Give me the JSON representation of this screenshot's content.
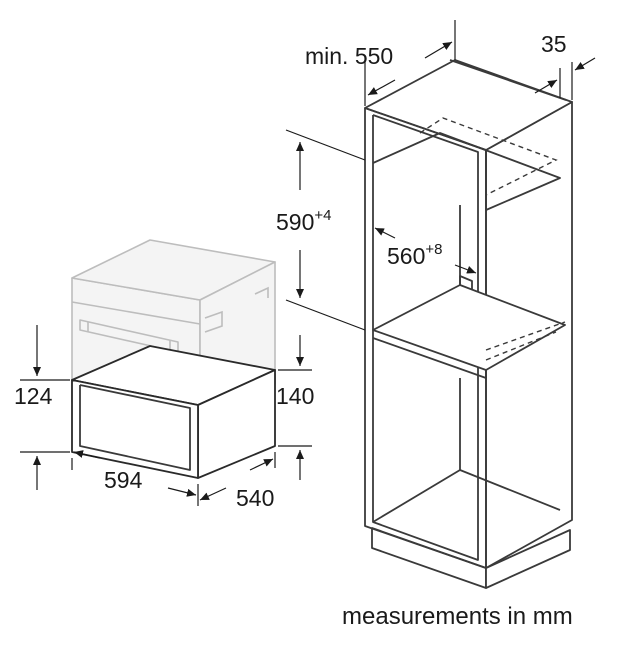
{
  "dimensions": {
    "cabinet_depth_label": "min. 550",
    "panel_thickness": "35",
    "niche_height_value": "590",
    "niche_height_tolerance": "+4",
    "niche_width_value": "560",
    "niche_width_tolerance": "+8",
    "drawer_height": "124",
    "niche_drawer_height": "140",
    "drawer_width": "594",
    "drawer_depth": "540"
  },
  "caption": "measurements in mm"
}
